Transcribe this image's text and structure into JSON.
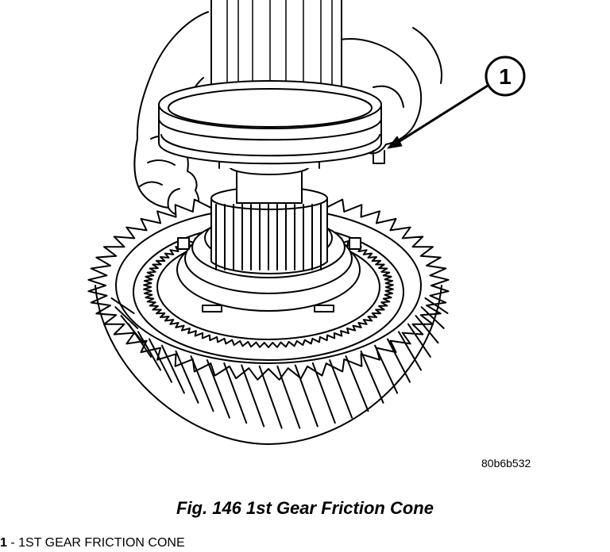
{
  "callout": {
    "number": "1"
  },
  "figure_id": "80b6b532",
  "caption": "Fig. 146 1st Gear Friction Cone",
  "legend": [
    {
      "number": "1",
      "separator": " - ",
      "label": "1ST GEAR FRICTION CONE"
    }
  ],
  "colors": {
    "line": "#000000",
    "background": "#ffffff"
  },
  "icons": [
    "gear-illustration",
    "shaft-illustration",
    "hand-illustration",
    "friction-cone-illustration",
    "leader-arrow"
  ]
}
